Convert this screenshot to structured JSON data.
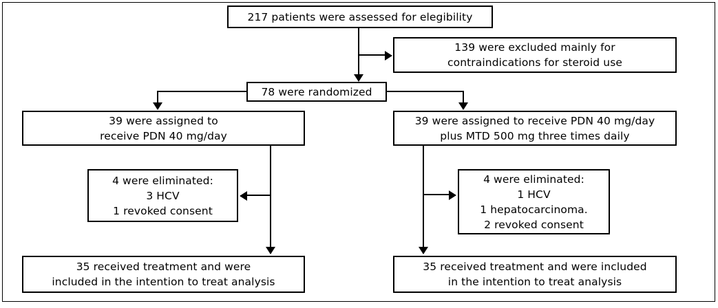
{
  "diagram": {
    "type": "flowchart",
    "title": "CONSORT patient flow diagram",
    "colors": {
      "stroke": "#000000",
      "background": "#ffffff",
      "text": "#000000"
    },
    "nodes": {
      "assessed": {
        "lines": [
          "217 patients were assessed for elegibility"
        ]
      },
      "excluded": {
        "lines": [
          "139 were excluded mainly for",
          "contraindications for steroid use"
        ]
      },
      "randomized": {
        "lines": [
          "78 were randomized"
        ]
      },
      "assigned_left": {
        "lines": [
          "39 were assigned to",
          "receive PDN 40 mg/day"
        ]
      },
      "assigned_right": {
        "lines": [
          "39 were assigned to receive PDN 40 mg/day",
          "plus MTD 500 mg three times daily"
        ]
      },
      "eliminated_left": {
        "lines": [
          "4 were eliminated:",
          "3 HCV",
          "1 revoked consent"
        ]
      },
      "eliminated_right": {
        "lines": [
          "4 were eliminated:",
          "1 HCV",
          "1 hepatocarcinoma.",
          "2 revoked consent"
        ]
      },
      "final_left": {
        "lines": [
          "35 received treatment and were",
          "included in the intention to treat analysis"
        ]
      },
      "final_right": {
        "lines": [
          "35 received treatment and were included",
          "in the intention to treat analysis"
        ]
      }
    }
  }
}
